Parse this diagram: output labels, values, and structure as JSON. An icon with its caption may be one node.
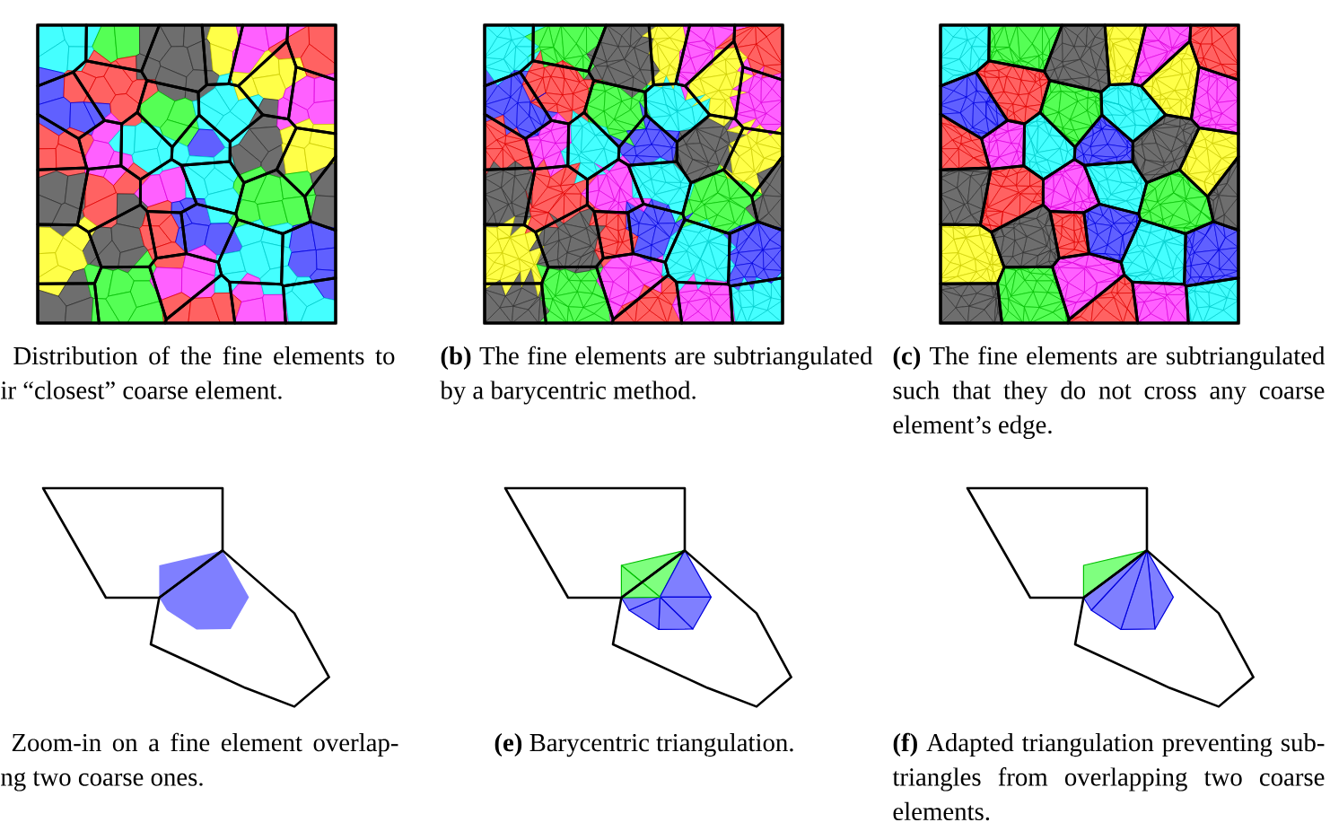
{
  "diagram": {
    "labels": [
      "Distribution of the fine elements to ir “closest” coarse element.",
      "**(b)** The fine elements are subtriangulated by a barycentric method.",
      "**(c)** The fine elements are subtriangulated such that they do not cross any coarse element’s edge.",
      "Zoom-in on a fine element overlap- ng two coarse ones.",
      "**(e)** Barycentric triangulation.",
      "**(f)** Adapted triangulation preventing sub- triangles from overlapping two coarse elements."
    ]
  }
}
